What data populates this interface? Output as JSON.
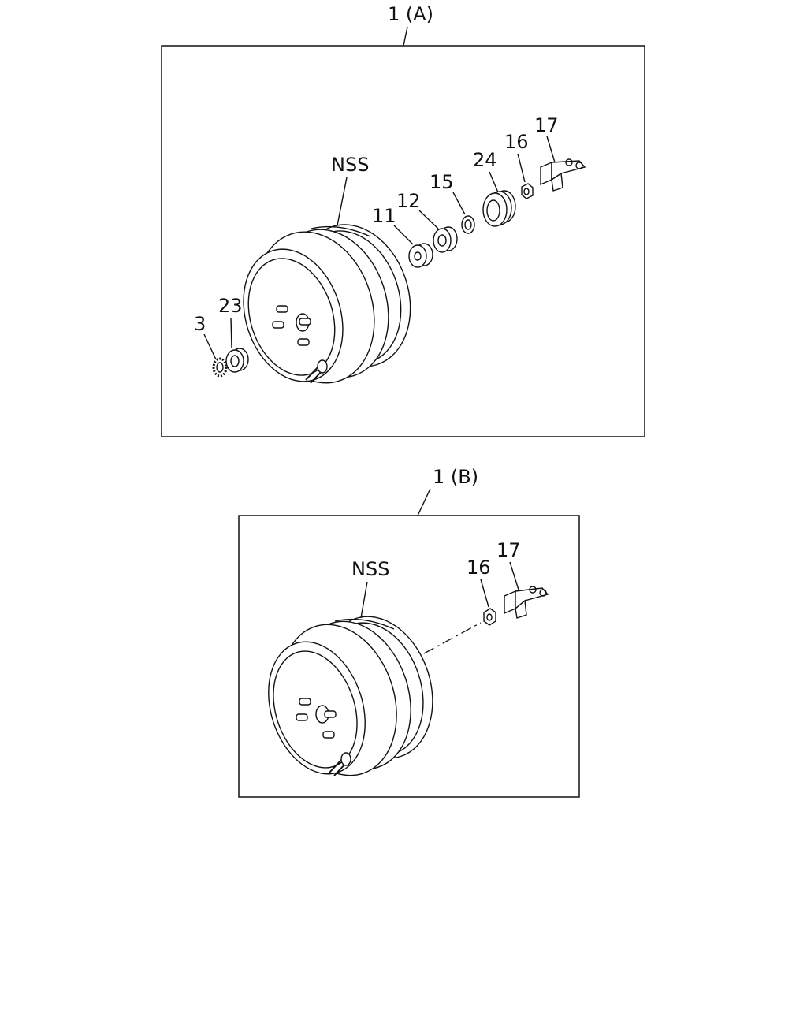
{
  "panel_a": {
    "title": "1 (A)",
    "labels": {
      "nss": "NSS",
      "p3": "3",
      "p23": "23",
      "p11": "11",
      "p12": "12",
      "p15": "15",
      "p24": "24",
      "p16": "16",
      "p17": "17"
    }
  },
  "panel_b": {
    "title": "1 (B)",
    "labels": {
      "nss": "NSS",
      "p16": "16",
      "p17": "17"
    }
  }
}
